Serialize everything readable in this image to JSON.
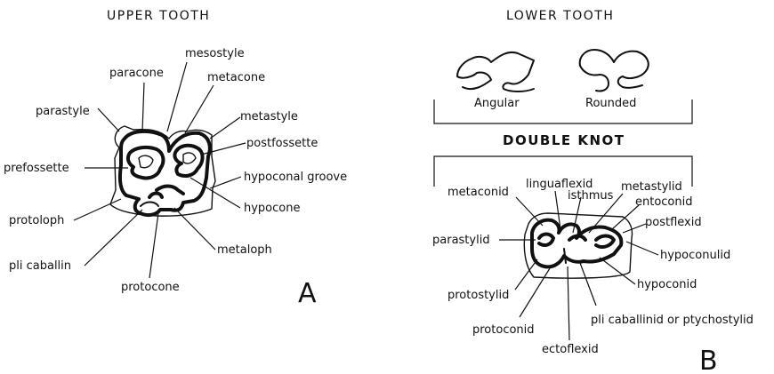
{
  "upper": {
    "title": "UPPER TOOTH",
    "panel_letter": "A",
    "labels": {
      "mesostyle": "mesostyle",
      "paracone": "paracone",
      "metacone": "metacone",
      "parastyle": "parastyle",
      "metastyle": "metastyle",
      "postfossette": "postfossette",
      "prefossette": "prefossette",
      "hypoconal_groove": "hypoconal groove",
      "hypocone": "hypocone",
      "protoloph": "protoloph",
      "metaloph": "metaloph",
      "pli_caballin": "pli caballin",
      "protocone": "protocone"
    }
  },
  "lower": {
    "title": "LOWER TOOTH",
    "panel_letter": "B",
    "angular": "Angular",
    "rounded": "Rounded",
    "double_knot": "DOUBLE KNOT",
    "labels": {
      "linguaflexid": "linguaflexid",
      "isthmus": "isthmus",
      "metastylid": "metastylid",
      "metaconid": "metaconid",
      "entoconid": "entoconid",
      "postflexid": "postflexid",
      "parastylid": "parastylid",
      "hypoconulid": "hypoconulid",
      "hypoconid": "hypoconid",
      "protostylid": "protostylid",
      "pli_caballinid": "pli caballinid or ptychostylid",
      "protoconid": "protoconid",
      "ectoflexid": "ectoflexid"
    }
  }
}
